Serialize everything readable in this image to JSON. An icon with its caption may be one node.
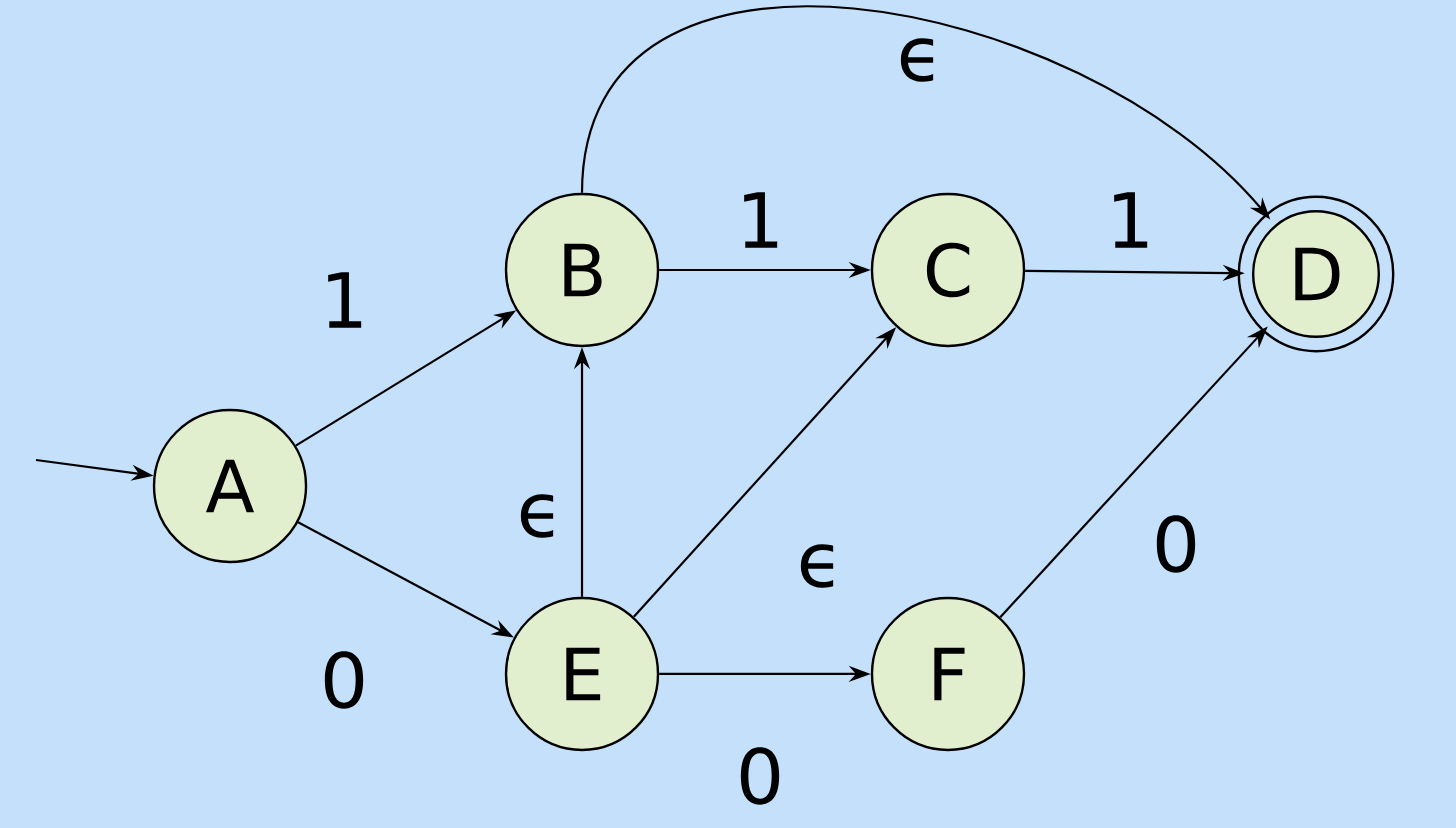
{
  "diagram": {
    "nodes": [
      {
        "text": [
          "A"
        ]
      },
      {
        "text": [
          "B"
        ]
      },
      {
        "text": [
          "C"
        ]
      },
      {
        "text": [
          "D"
        ]
      },
      {
        "text": [
          "E"
        ]
      },
      {
        "text": [
          "F"
        ]
      }
    ],
    "edges": [
      {
        "from": null,
        "to": 0,
        "arrow": "to"
      },
      {
        "from": 0,
        "to": 1,
        "arrow": "to",
        "label": "1"
      },
      {
        "from": 0,
        "to": 4,
        "arrow": "to",
        "label": "0"
      },
      {
        "from": 1,
        "to": 2,
        "arrow": "to",
        "label": "1"
      },
      {
        "from": 2,
        "to": 3,
        "arrow": "to",
        "label": "1"
      },
      {
        "from": 1,
        "to": 3,
        "arrow": "to",
        "label": "ϵ"
      },
      {
        "from": 4,
        "to": 1,
        "arrow": "to",
        "label": "ϵ"
      },
      {
        "from": 4,
        "to": 2,
        "arrow": "to",
        "label": "ϵ"
      },
      {
        "from": 4,
        "to": 5,
        "arrow": "to",
        "label": "0"
      },
      {
        "from": 5,
        "to": 3,
        "arrow": "to",
        "label": "0"
      }
    ]
  }
}
